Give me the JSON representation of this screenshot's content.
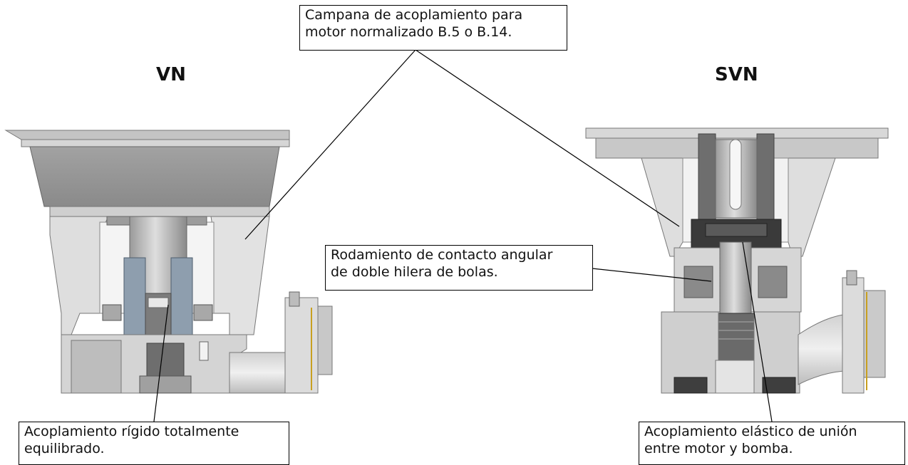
{
  "models": {
    "left": "VN",
    "right": "SVN"
  },
  "callouts": {
    "bell": {
      "line1": "Campana de acoplamiento para",
      "line2": "motor normalizado B.5 o B.14."
    },
    "bearing": {
      "line1": "Rodamiento de contacto angular",
      "line2": "de doble hilera de bolas."
    },
    "rigid": {
      "line1": "Acoplamiento rígido totalmente",
      "line2": "equilibrado."
    },
    "elastic": {
      "line1": "Acoplamiento elástico de unión",
      "line2": "entre motor y bomba."
    }
  },
  "colors": {
    "metal_light": "#dcdcdc",
    "metal_mid": "#b4b4b4",
    "metal_dark": "#6e6e6e",
    "coupling_blue": "#8e9eae",
    "brass_line": "#c8a020"
  }
}
